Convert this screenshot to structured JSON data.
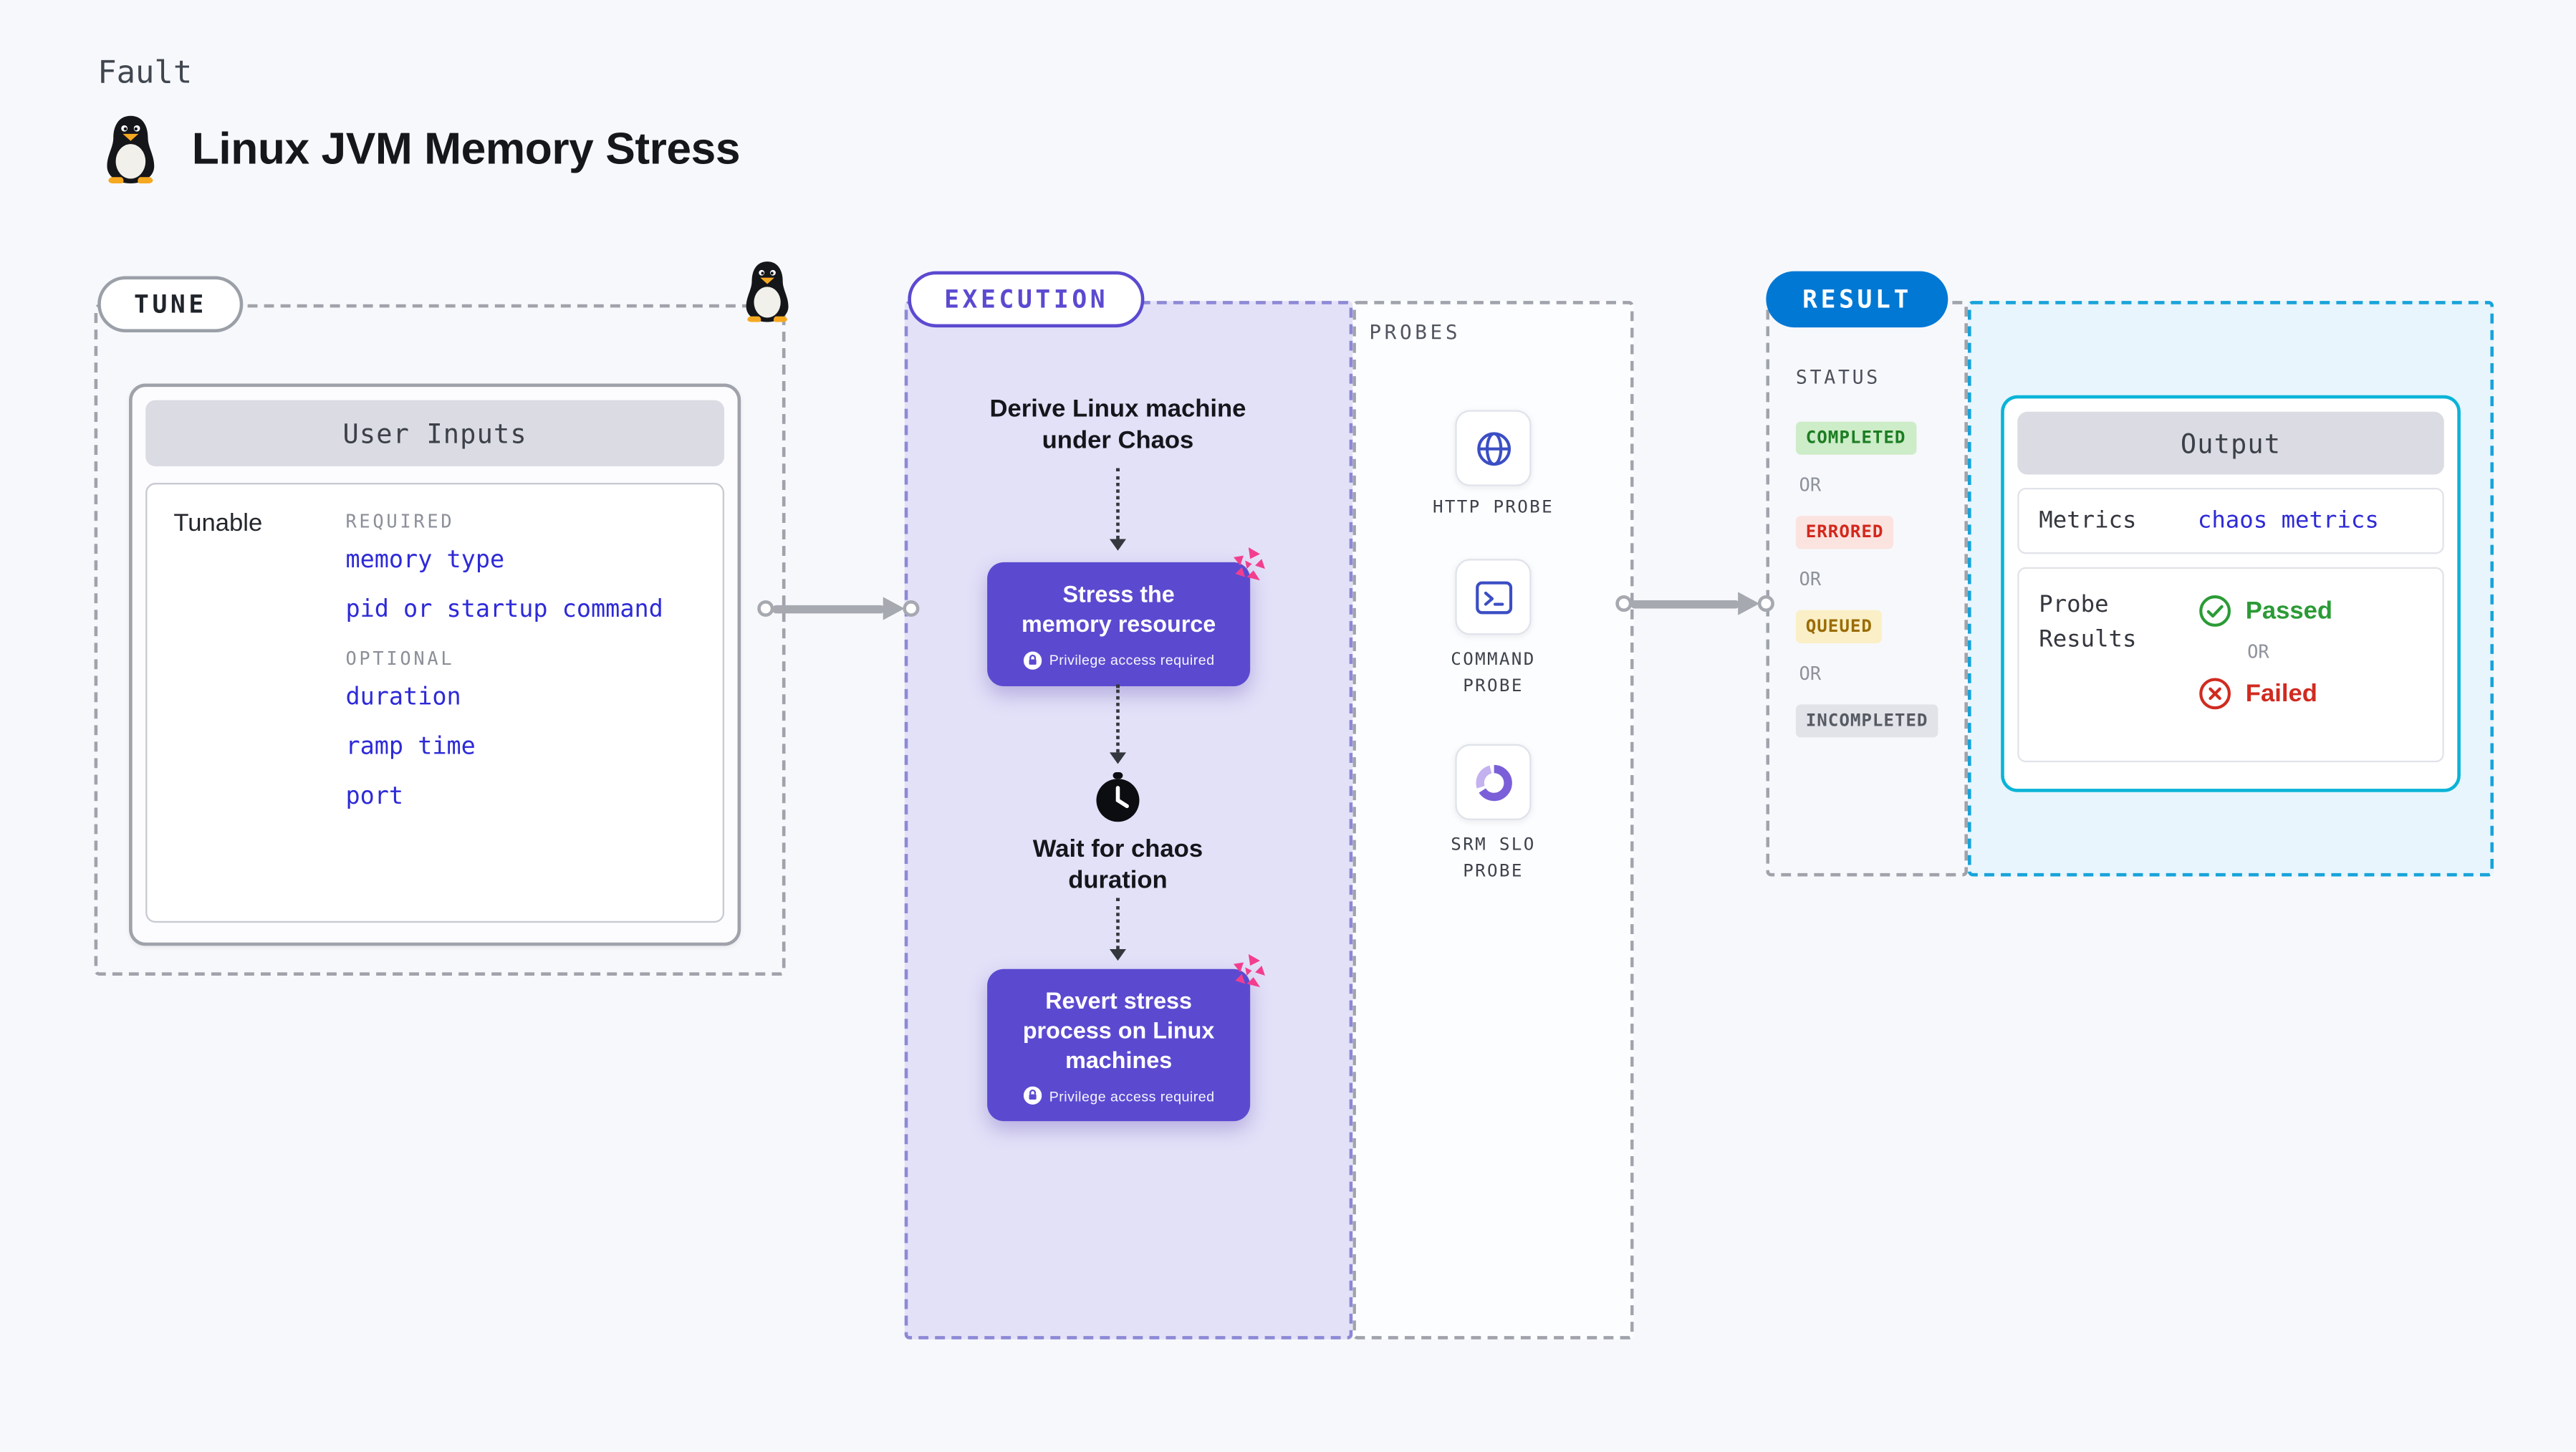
{
  "colors": {
    "page-bg": "#f7f8fb",
    "purple": "#5b4ad0",
    "purple-bg": "#e3e1f8",
    "link-blue": "#2e2ad7",
    "result-blue": "#0278d5",
    "cyan": "#0ab4d8",
    "cyan-bg": "#e8f5fc",
    "green": "#2b9b36",
    "red": "#d3281c",
    "pink": "#f23e8e"
  },
  "header": {
    "kicker": "Fault",
    "title": "Linux JVM Memory Stress",
    "icon": "tux-penguin"
  },
  "tune": {
    "label": "TUNE",
    "corner_icon": "tux-penguin",
    "card": {
      "title": "User Inputs",
      "row_label": "Tunable",
      "required_label": "REQUIRED",
      "required_items": [
        "memory type",
        "pid or startup command"
      ],
      "optional_label": "OPTIONAL",
      "optional_items": [
        "duration",
        "ramp time",
        "port"
      ]
    }
  },
  "execution": {
    "label": "EXECUTION",
    "start_text": "Derive Linux machine under Chaos",
    "step1": {
      "text": "Stress the memory resource",
      "badge": "Privilege access required",
      "icon": "chaos-burst"
    },
    "wait": {
      "icon": "clock",
      "text": "Wait for chaos duration"
    },
    "step2": {
      "text": "Revert stress process on Linux machines",
      "badge": "Privilege access required",
      "icon": "chaos-burst"
    }
  },
  "probes": {
    "label": "PROBES",
    "items": [
      {
        "name": "HTTP PROBE",
        "icon": "globe"
      },
      {
        "name": "COMMAND PROBE",
        "icon": "terminal"
      },
      {
        "name": "SRM SLO PROBE",
        "icon": "donut-chart"
      }
    ]
  },
  "result": {
    "label": "RESULT",
    "status": {
      "label": "STATUS",
      "or": "OR",
      "items": [
        {
          "text": "COMPLETED",
          "tone": "green"
        },
        {
          "text": "ERRORED",
          "tone": "red"
        },
        {
          "text": "QUEUED",
          "tone": "yellow"
        },
        {
          "text": "INCOMPLETED",
          "tone": "gray"
        }
      ]
    },
    "output": {
      "title": "Output",
      "metrics_label": "Metrics",
      "metrics_value": "chaos metrics",
      "probe_results_label": "Probe Results",
      "passed_label": "Passed",
      "or": "OR",
      "failed_label": "Failed"
    }
  }
}
